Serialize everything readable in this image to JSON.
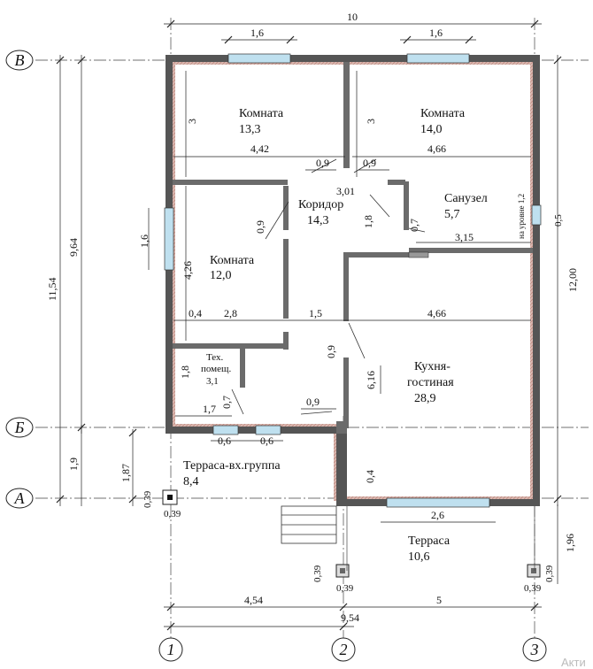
{
  "rooms": {
    "room1": {
      "name": "Комната",
      "area": "13,3"
    },
    "room2": {
      "name": "Комната",
      "area": "14,0"
    },
    "room3": {
      "name": "Комната",
      "area": "12,0"
    },
    "corridor": {
      "name": "Коридор",
      "area": "14,3"
    },
    "bathroom": {
      "name": "Санузел",
      "area": "5,7"
    },
    "kitchen": {
      "name1": "Кухня-",
      "name2": "гостиная",
      "area": "28,9"
    },
    "tech": {
      "name1": "Тех.",
      "name2": "помещ.",
      "area": "3,1"
    },
    "terrace_entry": {
      "name": "Терраса-вх.группа",
      "area": "8,4"
    },
    "terrace": {
      "name": "Терраса",
      "area": "10,6"
    }
  },
  "axes": {
    "letters": {
      "v": "В",
      "b": "Б",
      "a": "А"
    },
    "numbers": {
      "n1": "1",
      "n2": "2",
      "n3": "3"
    }
  },
  "dims": {
    "top_total": "10",
    "win_top_left": "1,6",
    "win_top_right": "1,6",
    "room1_width": "4,42",
    "room2_width": "4,66",
    "room1_depth": "3",
    "room2_depth": "3",
    "door_a": "0,9",
    "door_b": "0,9",
    "corr_301": "3,01",
    "door_c": "0,9",
    "corr_18": "1,8",
    "bath_door": "0,7",
    "bath_315": "3,15",
    "bath_win": "0,5",
    "level_note": "на уровне 1,2",
    "left_win": "1,6",
    "room3_depth": "4,26",
    "d04": "0,4",
    "d28": "2,8",
    "d15": "1,5",
    "d466b": "4,66",
    "kitchen_door": "0,9",
    "kitchen_depth": "6,16",
    "tech_depth": "1,8",
    "tech_door": "0,7",
    "tech_width": "1,7",
    "entry_door": "0,9",
    "win_06a": "0,6",
    "win_06b": "0,6",
    "k04": "0,4",
    "kwin": "2,6",
    "left_1154": "11,54",
    "left_964": "9,64",
    "left_19": "1,9",
    "left_187": "1,87",
    "right_1200": "12,00",
    "right_196": "1,96",
    "col_a1": "0,39",
    "col_a2": "0,39",
    "col_b1": "0,39",
    "col_b2": "0,39",
    "col_c1": "0,39",
    "col_c2": "0,39",
    "bottom_454": "4,54",
    "bottom_5": "5",
    "bottom_954": "9,54"
  },
  "watermark": "Акти"
}
